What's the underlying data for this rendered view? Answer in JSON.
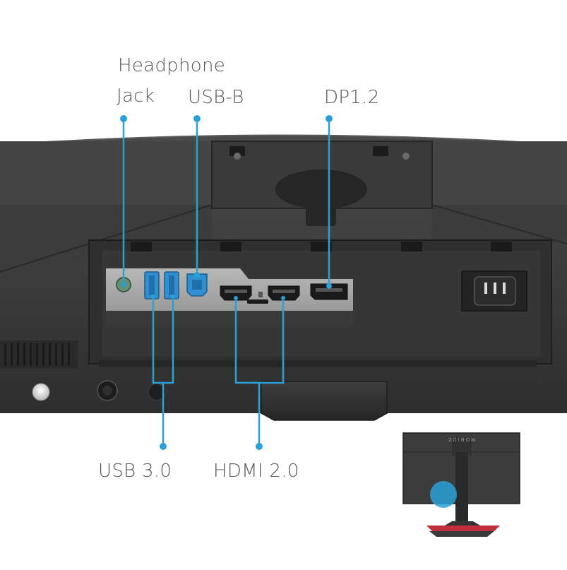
{
  "labels": {
    "headphone_line1": "Headphone",
    "headphone_line2": "Jack",
    "usb_b": "USB-B",
    "dp": "DP1.2",
    "usb3": "USB 3.0",
    "hdmi": "HDMI 2.0"
  },
  "thumbnail": {
    "brand_text": "MOBIUZ"
  },
  "colors": {
    "callout": "#2aa0d6",
    "label_text": "#555555",
    "housing": "#3a3a3a",
    "port_panel": "#a9a9a9",
    "usb_port": "#2f8fd0",
    "stand_accent": "#c0303a"
  }
}
